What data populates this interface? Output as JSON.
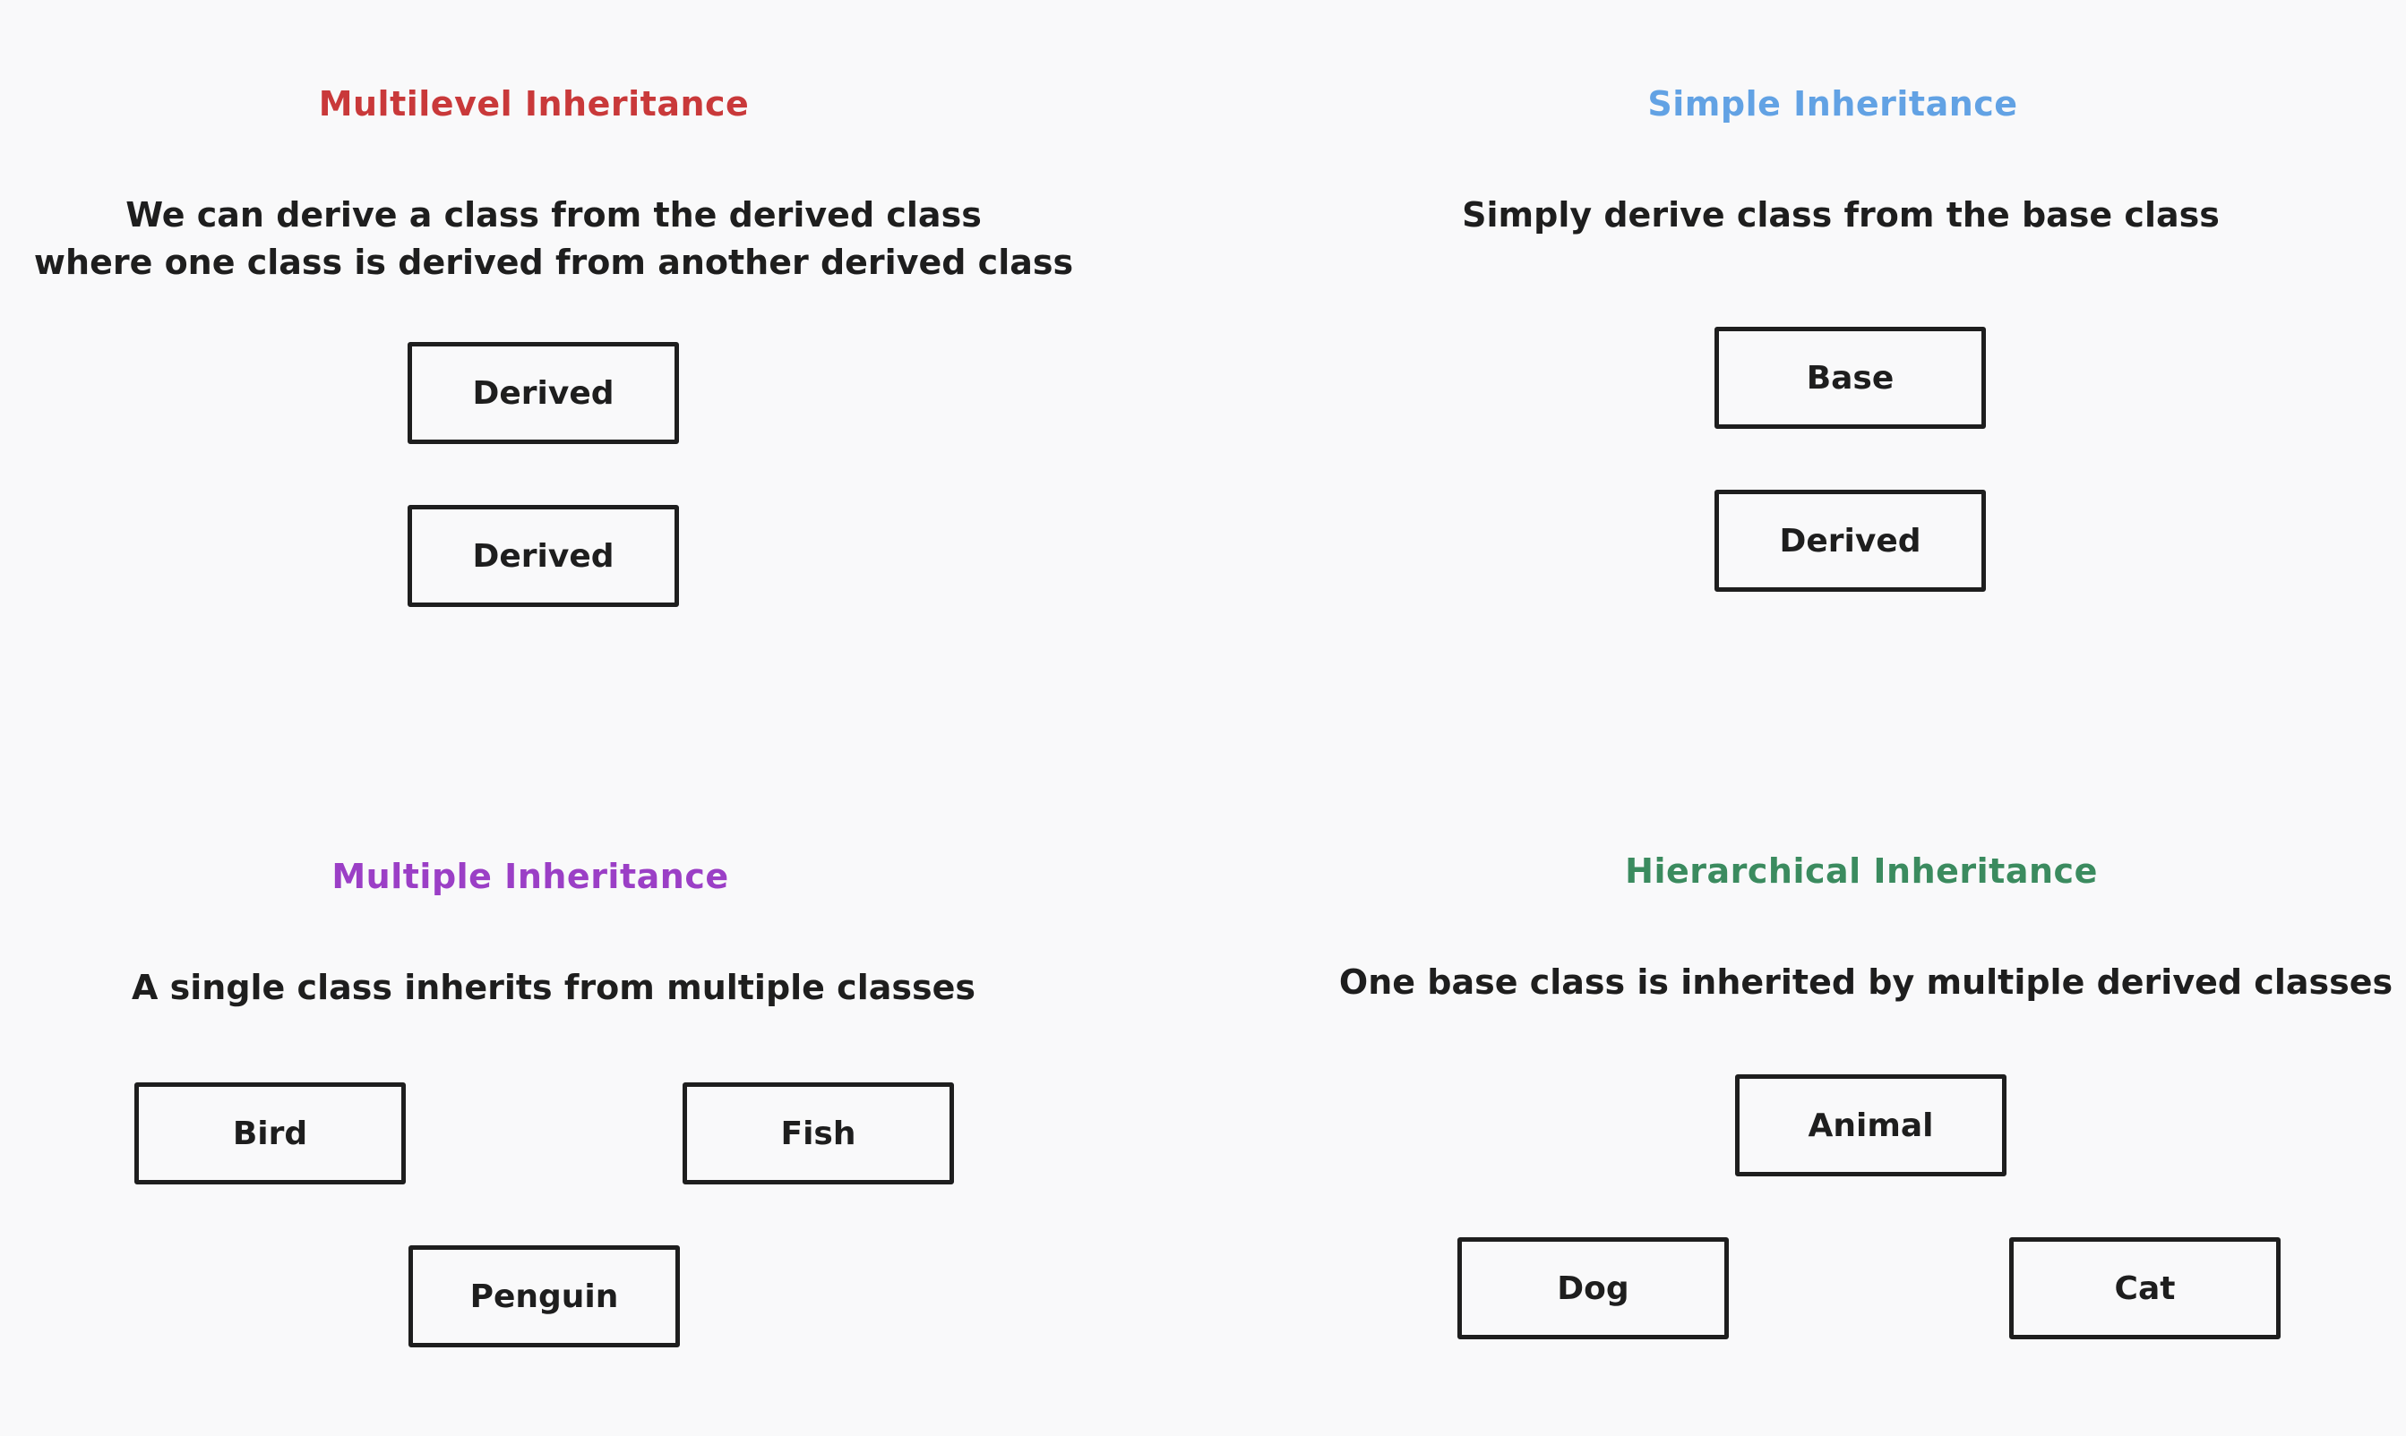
{
  "sections": {
    "multilevel": {
      "title": "Multilevel Inheritance",
      "title_color": "#c9393a",
      "desc_line1": "We can derive a class from the derived class",
      "desc_line2": "where one class is derived from another derived class",
      "boxes": [
        "Derived",
        "Derived"
      ]
    },
    "simple": {
      "title": "Simple Inheritance",
      "title_color": "#62a2e4",
      "desc_line1": "Simply derive class from the base class",
      "boxes": [
        "Base",
        "Derived"
      ]
    },
    "multiple": {
      "title": "Multiple Inheritance",
      "title_color": "#9b3fc6",
      "desc_line1": "A single class inherits from multiple classes",
      "boxes": [
        "Bird",
        "Fish",
        "Penguin"
      ]
    },
    "hierarchical": {
      "title": "Hierarchical Inheritance",
      "title_color": "#3b8b5f",
      "desc_line1": "One base class is inherited by multiple derived classes",
      "boxes": [
        "Animal",
        "Dog",
        "Cat"
      ]
    }
  }
}
